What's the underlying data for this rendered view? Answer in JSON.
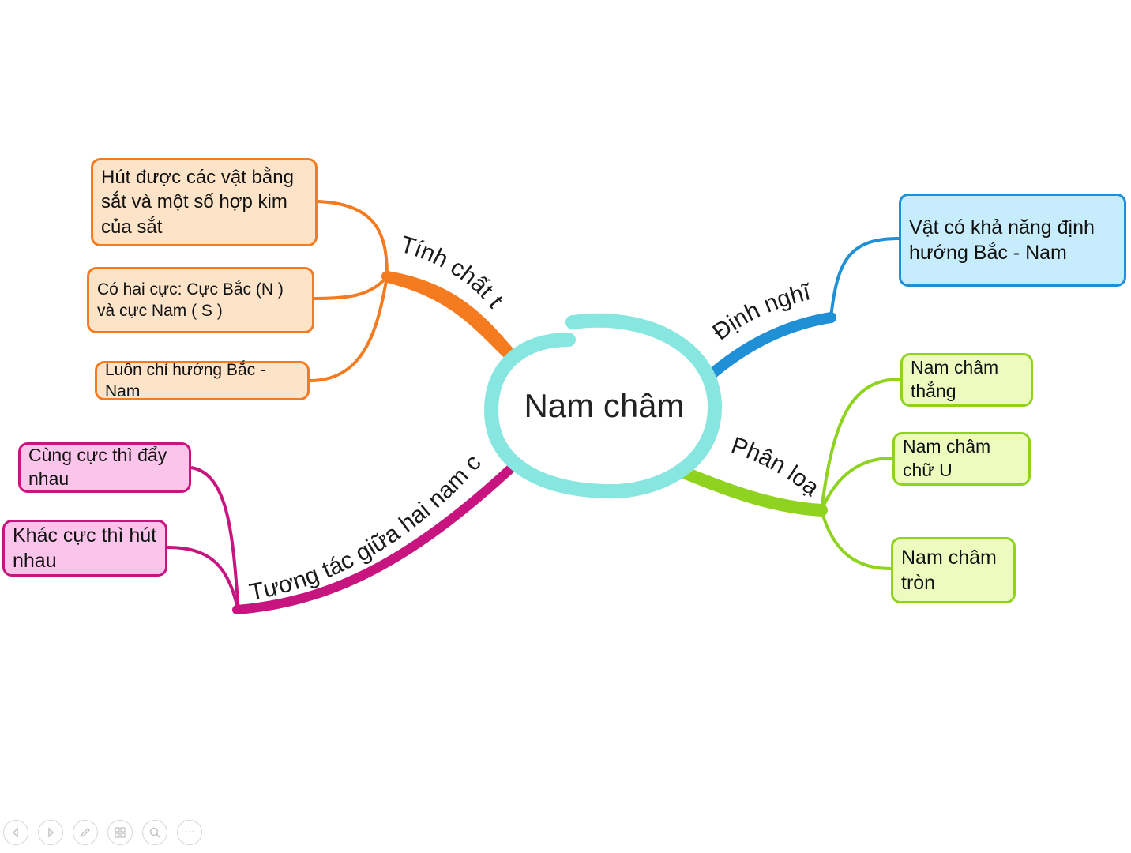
{
  "center": {
    "title": "Nam châm"
  },
  "branches": {
    "tinh_chat_tu": {
      "label": "Tính chất từ",
      "color": "#f47b20",
      "items": [
        "Hút được các vật bằng sắt và một số hợp kim của sắt",
        "Có hai cực: Cực Bắc (N ) và cực Nam ( S )",
        "Luôn chỉ hướng Bắc - Nam"
      ]
    },
    "dinh_nghia": {
      "label": "Định nghĩa",
      "color": "#1f8fd6",
      "items": [
        "Vật có khả năng định hướng Bắc - Nam"
      ]
    },
    "phan_loai": {
      "label": "Phân loại",
      "color": "#8fd320",
      "items": [
        "Nam châm thẳng",
        "Nam châm chữ U",
        "Nam châm tròn"
      ]
    },
    "tuong_tac": {
      "label": "Tương tác giữa hai nam châm",
      "color": "#c8147e",
      "items": [
        "Cùng cực thì đẩy nhau",
        "Khác cực thì hút nhau"
      ]
    }
  },
  "toolbar": {
    "buttons": [
      {
        "icon": "previous-icon"
      },
      {
        "icon": "next-icon"
      },
      {
        "icon": "pen-icon"
      },
      {
        "icon": "slides-grid-icon"
      },
      {
        "icon": "zoom-icon"
      },
      {
        "icon": "more-options-icon",
        "text": "···"
      }
    ]
  }
}
